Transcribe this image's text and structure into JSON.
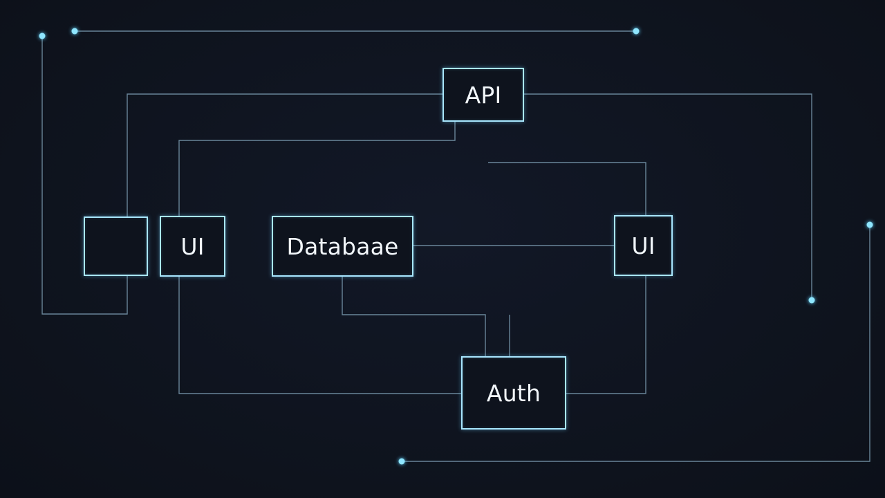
{
  "diagram": {
    "nodes": [
      {
        "id": "api",
        "label": "API"
      },
      {
        "id": "blank",
        "label": ""
      },
      {
        "id": "ui_left",
        "label": "UI"
      },
      {
        "id": "database",
        "label": "Databaae"
      },
      {
        "id": "ui_right",
        "label": "UI"
      },
      {
        "id": "auth",
        "label": "Auth"
      }
    ],
    "colors": {
      "background": "#0f141f",
      "node_border": "#a9e7ff",
      "wire": "#7e9fb3",
      "dot": "#8fe6ff",
      "text": "#f1f6fa"
    }
  }
}
